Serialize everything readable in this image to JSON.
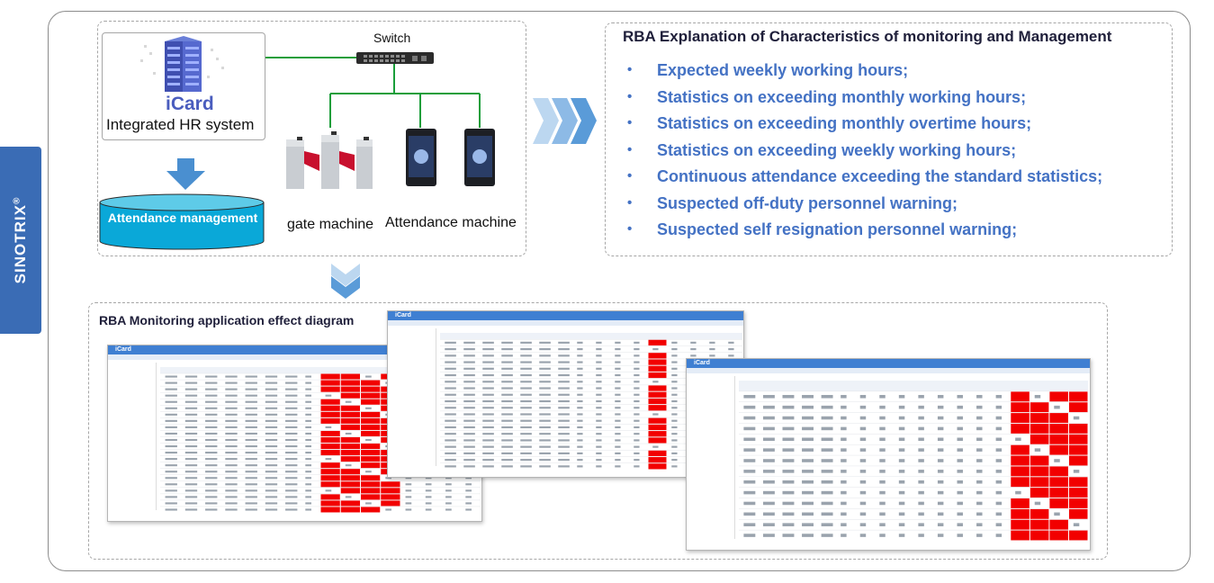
{
  "brand": "SINOTRIX",
  "brand_mark": "®",
  "architecture": {
    "hr_logo": "iCard",
    "hr_system_label": "Integrated HR system",
    "db_label": "Attendance management",
    "switch_label": "Switch",
    "gate_label": "gate machine",
    "attendance_label": "Attendance machine"
  },
  "rba": {
    "title": "RBA Explanation of Characteristics of monitoring and Management",
    "items": [
      "Expected weekly working hours;",
      "Statistics on exceeding monthly working hours;",
      "Statistics on exceeding monthly overtime hours;",
      "Statistics on exceeding weekly working hours;",
      "Continuous attendance exceeding the standard statistics;",
      "Suspected off-duty personnel warning;",
      "Suspected self resignation personnel warning;"
    ]
  },
  "effect": {
    "title": "RBA Monitoring application effect diagram",
    "screenshots": [
      {
        "app": "iCard"
      },
      {
        "app": "iCard"
      },
      {
        "app": "iCard"
      }
    ]
  },
  "colors": {
    "brand_blue": "#3a6cb5",
    "list_blue": "#4472c4",
    "green_line": "#1a9e3a",
    "alert_red": "#f20000",
    "db_cyan": "#0aa8d8"
  }
}
